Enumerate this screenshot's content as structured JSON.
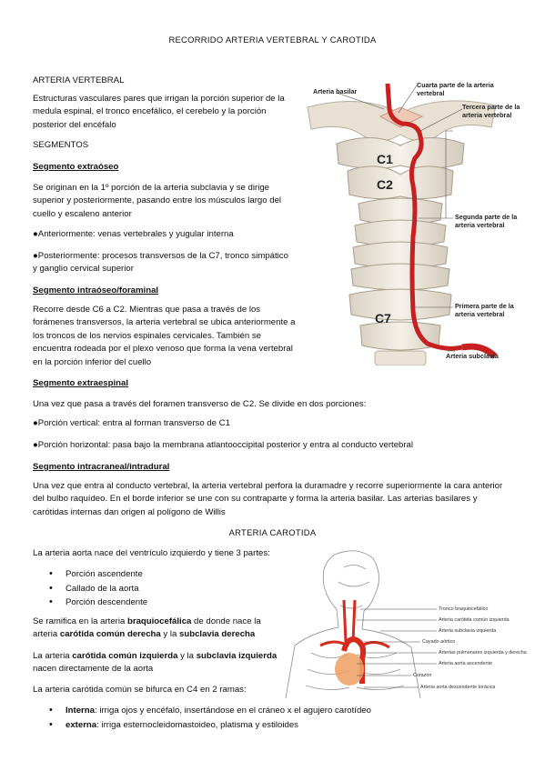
{
  "page_title": "RECORRIDO ARTERIA VERTEBRAL Y CAROTIDA",
  "vertebral": {
    "heading": "ARTERIA VERTEBRAL",
    "intro": "Estructuras vasculares pares que irrigan la porción superior de la medula espinal, el tronco encefálico, el cerebelo y la porción posterior del encéfalo",
    "segments_label": "SEGMENTOS",
    "extraoseo_title": "Segmento extraóseo",
    "extraoseo_text": "Se originan en la 1º porción de la arteria subclavia y se dirige superior y posteriormente, pasando entre los músculos largo del cuello y escaleno anterior",
    "anterior": "●Anteriormente: venas vertebrales y yugular interna",
    "posterior": "●Posteriormente: procesos transversos de la C7, tronco simpático y ganglio cervical superior",
    "foraminal_title": "Segmento intraóseo/foraminal",
    "foraminal_text": "Recorre desde C6 a C2. Mientras que pasa a través de los forámenes transversos, la arteria vertebral se ubica anteriormente a los troncos de los nervios espinales cervicales. También se encuentra rodeada por el plexo venoso que forma la vena vertebral en la porción inferior del cuello",
    "extraespinal_title": "Segmento extraespinal",
    "extraespinal_text": "Una vez que pasa a través del foramen transverso de C2. Se divide en dos porciones:",
    "vertical": "●Porción vertical: entra al forman transverso de C1",
    "horizontal": "●Porción horizontal: pasa bajo la membrana atlantooccipital posterior y entra al conducto vertebral",
    "intradural_title": "Segmento intracraneal/intradural",
    "intradural_text": "Una vez que entra al conducto vertebral, la arteria vertebral perfora la duramadre y recorre superiormente la cara anterior del bulbo raquídeo. En el borde inferior se une con su contraparte y forma la arteria basilar. Las arterias basilares y carótidas internas dan origen al polígono de Willis"
  },
  "figure1": {
    "basilar": "Arteria basilar",
    "fourth": "Cuarta parte de la arteria vertebral",
    "third": "Tercera parte de la arteria vertebral",
    "second": "Segunda parte de la arteria vertebral",
    "first": "Primera parte de la arteria vertebral",
    "subclavia": "Arteria subclavia",
    "c1": "C1",
    "c2": "C2",
    "c7": "C7"
  },
  "carotida": {
    "heading": "ARTERIA CAROTIDA",
    "intro": "La arteria aorta nace del ventrículo izquierdo y tiene 3 partes:",
    "parts": [
      "Porción ascendente",
      "Callado de la aorta",
      "Porción descendente"
    ],
    "p1_a": "Se ramifica en la arteria ",
    "p1_b": "braquiocefálica",
    "p1_c": " de donde nace la arteria ",
    "p1_d": "carótida común derecha",
    "p1_e": " y la ",
    "p1_f": "subclavia derecha",
    "p2_a": "La arteria ",
    "p2_b": "carótida común izquierda",
    "p2_c": " y la ",
    "p2_d": "subclavia izquierda",
    "p2_e": " nacen directamente de la aorta",
    "p3": "La arteria carótida común se bifurca en C4 en 2 ramas:",
    "ramas": [
      {
        "name": "Interna",
        "text": ": irriga ojos y encéfalo, insertándose en el cráneo x el agujero carotídeo"
      },
      {
        "name": "externa",
        "text": ": irriga esternocleidomastoideo, platisma y estiloides"
      }
    ]
  },
  "figure2": {
    "labels": [
      "Tronco braquiocefálico",
      "Arteria carótida común izquierda",
      "Arteria subclavia izquierda",
      "Cayado aórtico",
      "Arterias pulmonares izquierda y derecha",
      "Arteria aorta ascendente",
      "Corazón",
      "Arteria aorta descendente torácica"
    ]
  }
}
